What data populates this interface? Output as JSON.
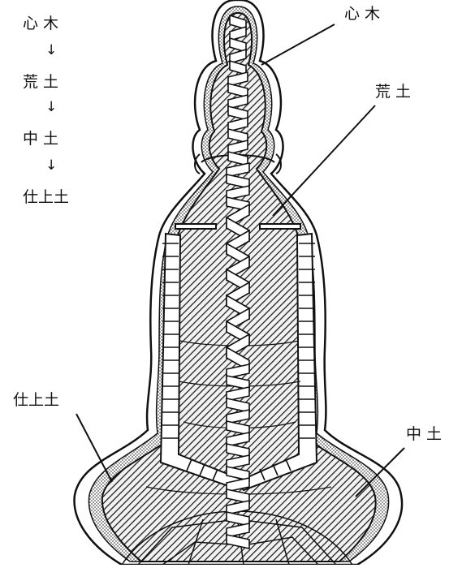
{
  "sequence": {
    "steps": [
      "心 木",
      "荒 土",
      "中 土",
      "仕上土"
    ],
    "arrow_glyph": "↓"
  },
  "callouts": {
    "core_wood": "心 木",
    "rough_clay": "荒 土",
    "middle_clay": "中 土",
    "finish_clay": "仕上土"
  },
  "colors": {
    "ink": "#111111",
    "hatch": "#2a2a2a",
    "stipple": "#6b6b6b",
    "paper": "#ffffff"
  }
}
